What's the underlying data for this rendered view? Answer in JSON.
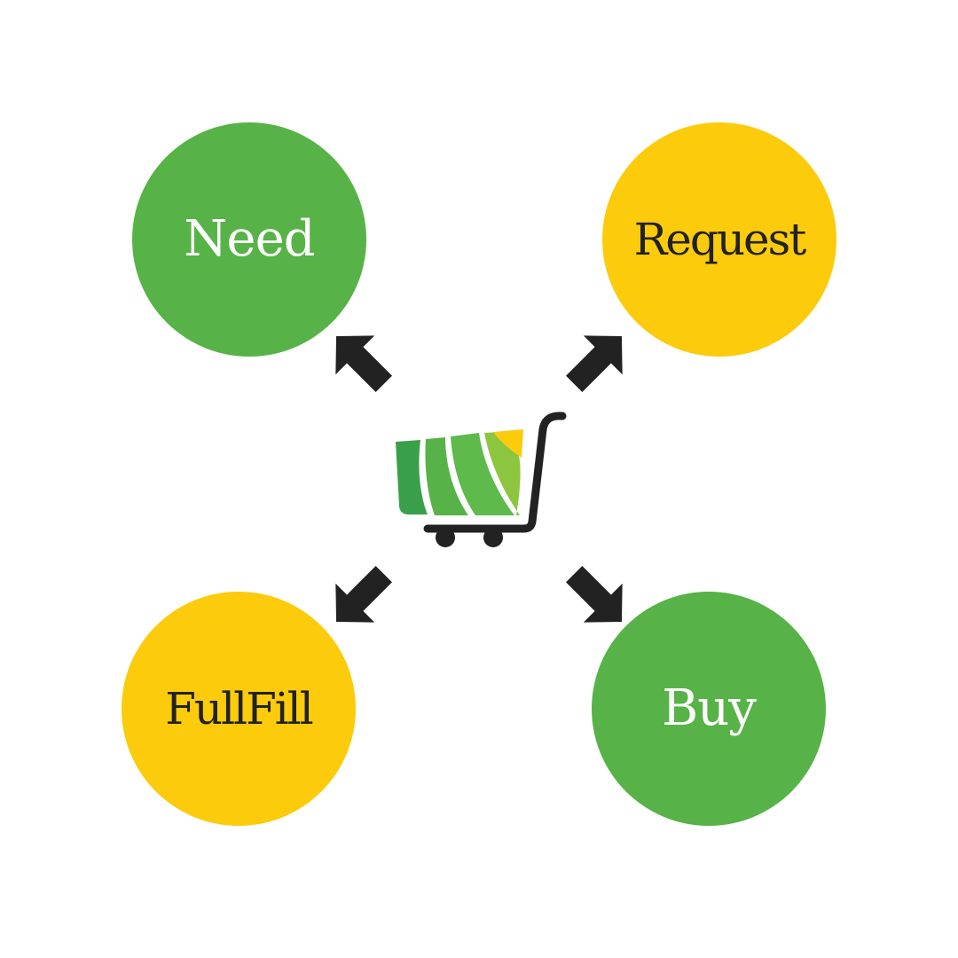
{
  "colors": {
    "green": "#57b347",
    "yellow": "#fccb0b",
    "arrow": "#222222",
    "text_light": "#ffffff",
    "text_dark": "#222222"
  },
  "nodes": {
    "need": {
      "label": "Need",
      "color": "green"
    },
    "request": {
      "label": "Request",
      "color": "yellow"
    },
    "fulfill": {
      "label": "FullFill",
      "color": "yellow"
    },
    "buy": {
      "label": "Buy",
      "color": "green"
    }
  },
  "center": {
    "icon": "shopping-cart-icon"
  }
}
